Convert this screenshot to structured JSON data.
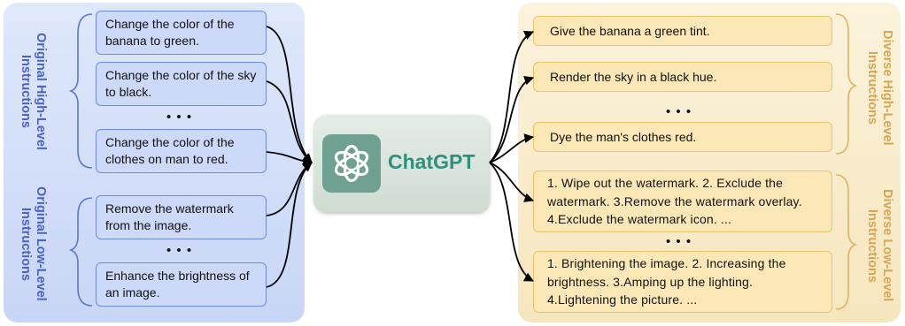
{
  "left_group": {
    "high_label": "Original High-Level\nInstructions",
    "low_label": "Original  Low-Level\nInstructions",
    "high_items": [
      "Change the color of the banana to green.",
      "Change the color of the sky to black.",
      "Change the color of the clothes on man to red."
    ],
    "low_items": [
      "Remove the watermark from the image.",
      "Enhance the brightness of an image."
    ],
    "ellipsis": "• • •"
  },
  "center": {
    "name": "ChatGPT",
    "logo_icon": "openai-logo-icon"
  },
  "right_group": {
    "high_label": "Diverse High-Level\nInstructions",
    "low_label": "Diverse Low-Level\nInstructions",
    "high_items": [
      "Give the banana a green tint.",
      "Render the sky in a black hue.",
      "Dye the man's clothes red."
    ],
    "low_items": [
      "1. Wipe out the watermark. 2. Exclude the watermark. 3.Remove the watermark overlay. 4.Exclude the watermark icon. ...",
      "1. Brightening the image. 2. Increasing the brightness. 3.Amping up the lighting. 4.Lightening the picture. ..."
    ],
    "ellipsis": "• • •"
  },
  "colors": {
    "left_panel": "#c8d6f6",
    "right_panel": "#f6e6be",
    "blue_accent": "#4a63c5",
    "gold_accent": "#d7a653",
    "chatgpt_green": "#2e8f7b"
  }
}
